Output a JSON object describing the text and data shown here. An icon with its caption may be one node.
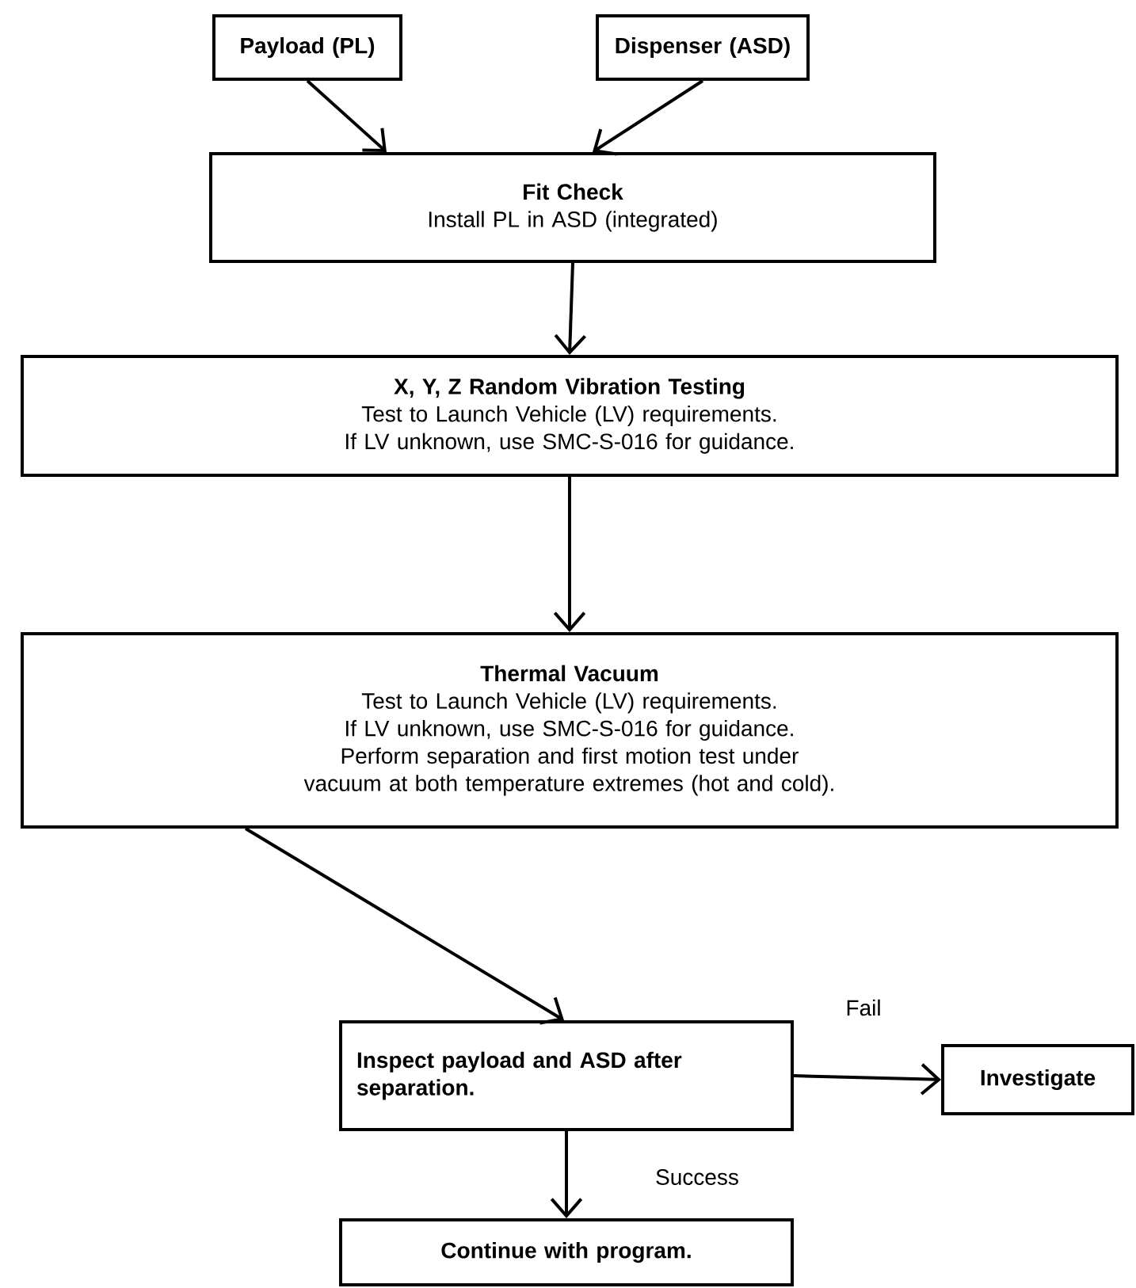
{
  "diagram": {
    "nodes": [
      {
        "text": [
          "Payload (PL)"
        ]
      },
      {
        "text": [
          "Dispenser (ASD)"
        ]
      },
      {
        "text": [
          "Fit Check",
          "Install PL in ASD (integrated)"
        ]
      },
      {
        "text": [
          "X, Y, Z Random Vibration Testing",
          "Test to Launch Vehicle (LV) requirements.",
          "If LV unknown, use SMC-S-016 for guidance."
        ]
      },
      {
        "text": [
          "Thermal Vacuum",
          "Test to Launch Vehicle (LV) requirements.",
          "If LV unknown, use SMC-S-016 for guidance.",
          "Perform separation and first motion test under vacuum at both temperature extremes (hot and cold)."
        ]
      },
      {
        "text": [
          "Inspect payload and ASD after separation."
        ]
      },
      {
        "text": [
          "Investigate"
        ]
      },
      {
        "text": [
          "Continue with program."
        ]
      }
    ],
    "edges": [
      {
        "from": 0,
        "to": 2,
        "arrow": "to"
      },
      {
        "from": 1,
        "to": 2,
        "arrow": "to"
      },
      {
        "from": 2,
        "to": 3,
        "arrow": "to"
      },
      {
        "from": 3,
        "to": 4,
        "arrow": "to"
      },
      {
        "from": 4,
        "to": 5,
        "arrow": "to"
      },
      {
        "from": 5,
        "to": 6,
        "arrow": "to",
        "label": "Fail"
      },
      {
        "from": 5,
        "to": 7,
        "arrow": "to",
        "label": "Success"
      }
    ]
  }
}
